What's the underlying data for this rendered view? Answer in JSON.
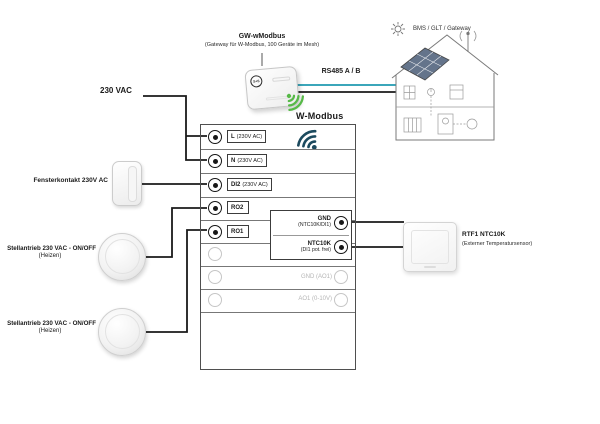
{
  "colors": {
    "wire": "#1a1a1a",
    "rs485_line_a": "#1f9ab0",
    "wifi_green": "#56b947",
    "wifi_dark": "#1c4a5e",
    "inactive_gray": "#b5b5b5"
  },
  "gateway": {
    "label": "GW-wModbus",
    "sublabel": "(Gateway für W-Modbus, 100 Geräte im Mesh)",
    "logo": "S+S"
  },
  "rs485": {
    "label": "RS485 A / B"
  },
  "bms": {
    "label": "BMS / GLT / Gateway"
  },
  "wmodbus": {
    "label": "W-Modbus"
  },
  "power": {
    "label": "230 VAC"
  },
  "left_devices": {
    "window_contact": {
      "label": "Fensterkontakt 230V AC"
    },
    "actuator1": {
      "label": "Stellantrieb 230 VAC - ON/OFF",
      "sublabel": "(Heizen)"
    },
    "actuator2": {
      "label": "Stellantrieb 230 VAC - ON/OFF",
      "sublabel": "(Heizen)"
    }
  },
  "controller": {
    "left_terminals": [
      {
        "label": "L",
        "desc": "(230V AC)"
      },
      {
        "label": "N",
        "desc": "(230V AC)"
      },
      {
        "label": "DI2",
        "desc": "(230V AC)"
      },
      {
        "label": "RO2",
        "desc": ""
      },
      {
        "label": "RO1",
        "desc": ""
      }
    ],
    "right_terminals": [
      {
        "label": "GND",
        "desc": "(NTC10K/DI1)"
      },
      {
        "label": "NTC10K",
        "desc": "(DI1 pot. frei)"
      }
    ],
    "inactive_terminals": [
      {
        "label": "GND (AO1)"
      },
      {
        "label": "AO1 (0-10V)"
      }
    ]
  },
  "sensor": {
    "label": "RTF1 NTC10K",
    "sublabel": "(Externer Temperatursensor)"
  }
}
